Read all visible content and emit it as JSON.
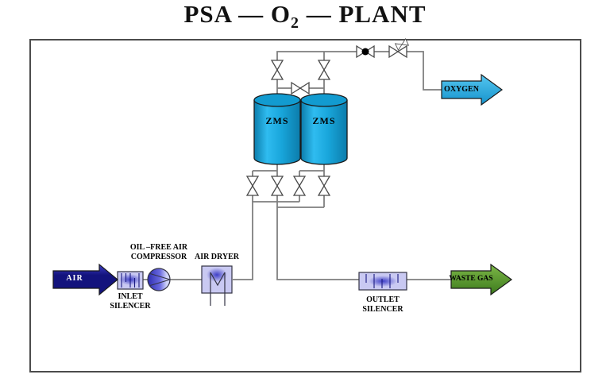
{
  "title": {
    "prefix": "PSA — O",
    "sub": "2",
    "suffix": " — PLANT"
  },
  "diagram": {
    "tanks": {
      "left": "ZMS",
      "right": "ZMS"
    },
    "arrows": {
      "air": "AIR",
      "oxygen": "OXYGEN",
      "waste_gas": "WASTE GAS"
    },
    "labels": {
      "compressor_line1": "OIL –FREE AIR",
      "compressor_line2": "COMPRESSOR",
      "air_dryer": "AIR DRYER",
      "inlet_silencer_line1": "INLET",
      "inlet_silencer_line2": "SILENCER",
      "outlet_silencer_line1": "OUTLET",
      "outlet_silencer_line2": "SILENCER"
    }
  },
  "colors": {
    "pipe": "#7f7f7f",
    "outline": "#1a1a1a",
    "valve_stroke": "#4a4a4a",
    "tank_dark": "#0c7cab",
    "tank_light": "#2fbcf0",
    "tank_main": "#18a5da",
    "tank_top": "#129bd0",
    "oxygen_light": "#55c6f0",
    "oxygen_main": "#1593cc",
    "air_light": "#4040c8",
    "air_main": "#13137d",
    "waste_light": "#7db848",
    "waste_main": "#3c7a1c",
    "equip_fill": "#c9c9f2",
    "equip_glow": "#2626c0",
    "comp_dark": "#2d2db0",
    "comp_light": "#d0d4fa"
  }
}
